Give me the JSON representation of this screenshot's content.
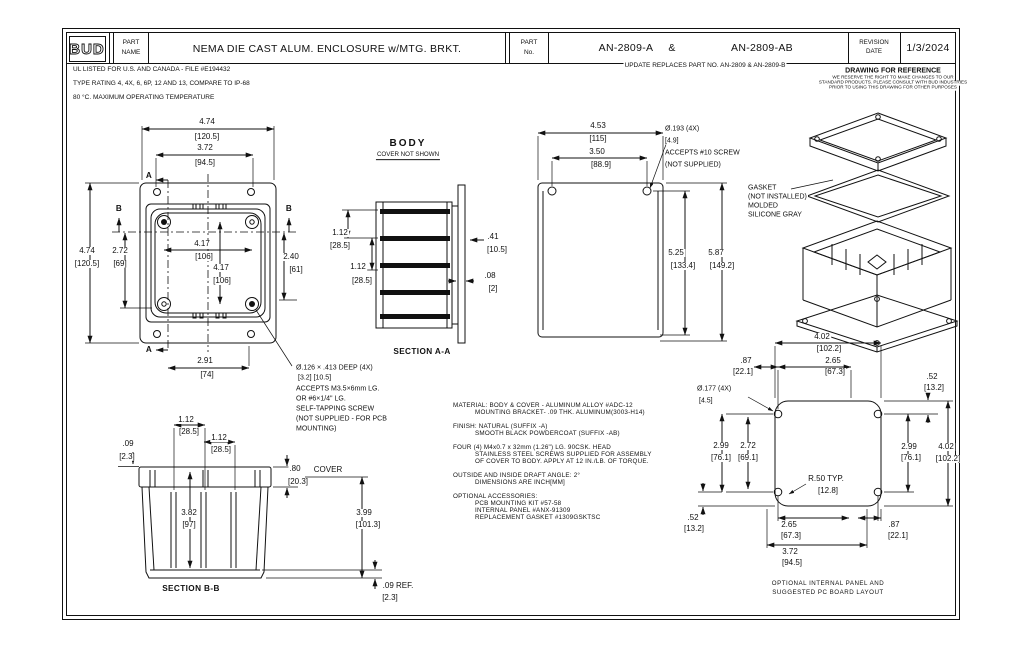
{
  "title_block": {
    "logo": "BUD",
    "part_name_label_1": "PART",
    "part_name_label_2": "NAME",
    "part_name": "NEMA DIE CAST ALUM. ENCLOSURE w/MTG. BRKT.",
    "part_no_label_1": "PART",
    "part_no_label_2": "No.",
    "part_no_a": "AN-2809-A",
    "part_no_sep": "&",
    "part_no_b": "AN-2809-AB",
    "revision_label_1": "REVISION",
    "revision_label_2": "DATE",
    "revision_date": "1/3/2024"
  },
  "general_notes": {
    "ul_note": "UL LISTED FOR U.S. AND CANADA - FILE #E194432",
    "rating_note": "TYPE RATING 4, 4X, 6, 6P, 12 AND 13, COMPARE TO IP-68",
    "temp_note": "80 °C. MAXIMUM OPERATING TEMPERATURE",
    "update_note": "UPDATE REPLACES PART NO. AN-2809 & AN-2809-B",
    "reference_title": "DRAWING FOR REFERENCE",
    "reference_line_1": "WE RESERVE THE RIGHT TO MAKE CHANGES TO OUR",
    "reference_line_2": "STANDARD PRODUCTS. PLEASE CONSULT WITH BUD INDUSTRIES",
    "reference_line_3": "PRIOR TO USING THIS DRAWING FOR OTHER PURPOSES"
  },
  "front_view": {
    "section_a": "A",
    "section_b": "B",
    "dims": {
      "top_width_in": "4.74",
      "top_width_mm": "[120.5]",
      "hole_span_in": "3.72",
      "hole_span_mm": "[94.5]",
      "height_in": "4.74",
      "height_mm": "[120.5]",
      "offset_272_in": "2.72",
      "offset_272_mm": "[69]",
      "boss_span_h_in": "4.17",
      "boss_span_h_mm": "[106]",
      "boss_span_v_in": "4.17",
      "boss_span_v_mm": "[106]",
      "offset_240_in": "2.40",
      "offset_240_mm": "[61]",
      "bottom_span_in": "2.91",
      "bottom_span_mm": "[74]"
    },
    "callout": {
      "l1": "Ø.126 ×  .413  DEEP (4X)",
      "l2": "[3.2]      [10.5]",
      "l3": "ACCEPTS M3.5×6mm LG.",
      "l4": "OR #6×1/4\" LG.",
      "l5": "SELF-TAPPING SCREW",
      "l6": "(NOT SUPPLIED - FOR PCB",
      "l7": "MOUNTING)"
    }
  },
  "section_aa": {
    "view_title": "BODY",
    "view_subtitle": "COVER NOT SHOWN",
    "label": "SECTION A-A",
    "dims": {
      "rib1_in": "1.12",
      "rib1_mm": "[28.5]",
      "rib2_in": "1.12",
      "rib2_mm": "[28.5]",
      "flange_in": ".41",
      "flange_mm": "[10.5]",
      "thk_in": ".08",
      "thk_mm": "[2]"
    }
  },
  "side_view": {
    "dims": {
      "width_in": "4.53",
      "width_mm": "[115]",
      "hole_span_in": "3.50",
      "hole_span_mm": "[88.9]",
      "height1_in": "5.25",
      "height1_mm": "[133.4]",
      "height2_in": "5.87",
      "height2_mm": "[149.2]"
    },
    "callout": {
      "l1": "Ø.193 (4X)",
      "l2": "[4.9]",
      "l3": "ACCEPTS #10 SCREW",
      "l4": "(NOT SUPPLIED)"
    }
  },
  "iso_view": {
    "callout": {
      "l1": "GASKET",
      "l2": "(NOT INSTALLED)",
      "l3": "MOLDED",
      "l4": "SILICONE GRAY"
    }
  },
  "section_bb": {
    "label": "SECTION B-B",
    "cover_label": "COVER",
    "dims": {
      "lip_in": ".09",
      "lip_mm": "[2.3]",
      "rib1_in": "1.12",
      "rib1_mm": "[28.5]",
      "rib2_in": "1.12",
      "rib2_mm": "[28.5]",
      "depth_in": "3.82",
      "depth_mm": "[97]",
      "cover_in": ".80",
      "cover_mm": "[20.3]",
      "height_in": "3.99",
      "height_mm": "[101.3]",
      "ref_in": ".09  REF.",
      "ref_mm": "[2.3]"
    }
  },
  "notes": {
    "l1": "MATERIAL: BODY & COVER - ALUMINUM ALLOY #ADC-12",
    "l2": "MOUNTING BRACKET- .09 THK. ALUMINUM(3003-H14)",
    "l3": "FINISH: NATURAL (SUFFIX -A)",
    "l4": "SMOOTH BLACK POWDERCOAT (SUFFIX -AB)",
    "l5": "FOUR (4) M4x0.7 x 32mm (1.26\") LG. 90CSK. HEAD",
    "l6": "STAINLESS STEEL SCREWS SUPPLIED FOR ASSEMBLY",
    "l7": "OF COVER TO BODY. APPLY AT 12 IN./LB. OF TORQUE.",
    "l8": "OUTSIDE AND INSIDE DRAFT ANGLE: 2°",
    "l9": "DIMENSIONS ARE INCH[MM]",
    "l10": "OPTIONAL ACCESSORIES:",
    "l11": "PCB MOUNTING KIT #57-58",
    "l12": "INTERNAL PANEL #ANX-91309",
    "l13": "REPLACEMENT GASKET #1309GSKTSC"
  },
  "panel_view": {
    "caption_1": "OPTIONAL INTERNAL PANEL AND",
    "caption_2": "SUGGESTED PC BOARD LAYOUT",
    "dims": {
      "top_402_in": "4.02",
      "top_402_mm": "[102.2]",
      "top_87_in": ".87",
      "top_87_mm": "[22.1]",
      "top_265_in": "2.65",
      "top_265_mm": "[67.3]",
      "hole_label_1": "Ø.177 (4X)",
      "hole_label_2": "[4.5]",
      "left_299_in": "2.99",
      "left_299_mm": "[76.1]",
      "left_272_in": "2.72",
      "left_272_mm": "[69.1]",
      "right_52_in": ".52",
      "right_52_mm": "[13.2]",
      "right_299_in": "2.99",
      "right_299_mm": "[76.1]",
      "right_402_in": "4.02",
      "right_402_mm": "[102.2]",
      "radius_1": "R.50  TYP.",
      "radius_2": "[12.8]",
      "bottom_52_in": ".52",
      "bottom_52_mm": "[13.2]",
      "bottom_265_in": "2.65",
      "bottom_265_mm": "[67.3]",
      "bottom_87_in": ".87",
      "bottom_87_mm": "[22.1]",
      "bottom_372_in": "3.72",
      "bottom_372_mm": "[94.5]"
    }
  }
}
